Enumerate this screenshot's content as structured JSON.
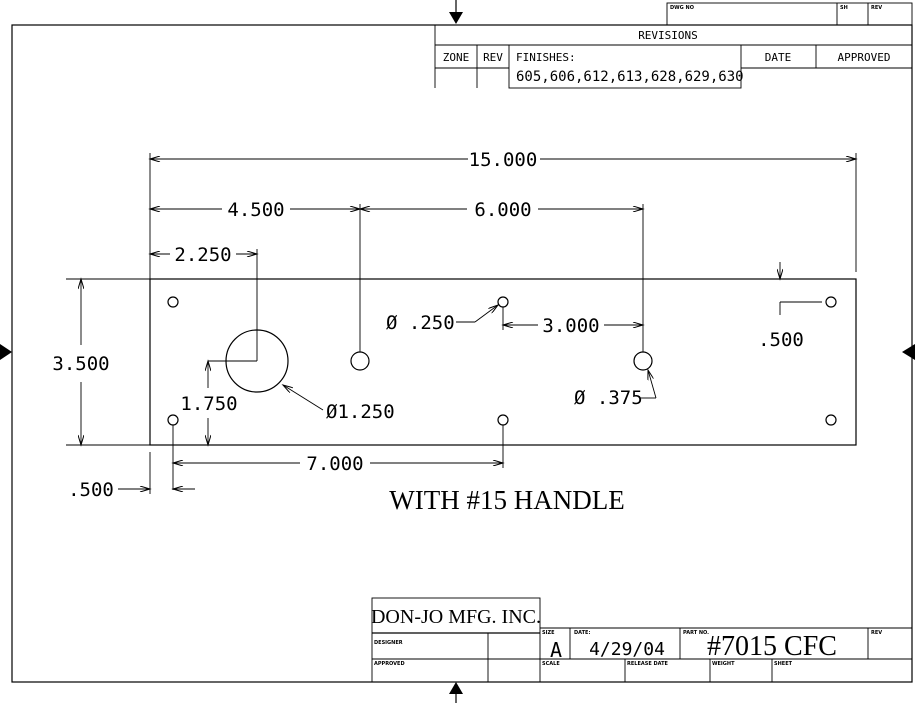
{
  "title_block_top": {
    "dwg_no_label": "DWG NO",
    "sh_label": "SH",
    "rev_label": "REV"
  },
  "revisions": {
    "title": "REVISIONS",
    "headers": {
      "zone": "ZONE",
      "rev": "REV",
      "finishes": "FINISHES:",
      "date": "DATE",
      "approved": "APPROVED"
    },
    "finishes_value": "605,606,612,613,628,629,630"
  },
  "dimensions": {
    "overall_length": "15.000",
    "d_4500": "4.500",
    "d_6000": "6.000",
    "d_2250": "2.250",
    "height": "3.500",
    "d_1750": "1.750",
    "big_hole": "Ø1.250",
    "small_hole": "Ø .250",
    "d_3000": "3.000",
    "medium_hole": "Ø .375",
    "right_offset": ".500",
    "d_7000": "7.000",
    "bottom_offset": ".500"
  },
  "note": "WITH #15 HANDLE",
  "title_block": {
    "company": "DON-JO MFG. INC.",
    "designer_label": "DESIGNER",
    "approved_label": "APPROVED",
    "size_label": "SIZE",
    "size_value": "A",
    "date_label": "DATE:",
    "date_value": "4/29/04",
    "part_no_label": "PART NO.",
    "part_no_value": "#7015 CFC",
    "rev_label": "REV",
    "scale_label": "SCALE",
    "release_date_label": "RELEASE DATE",
    "weight_label": "WEIGHT",
    "sheet_label": "SHEET"
  }
}
